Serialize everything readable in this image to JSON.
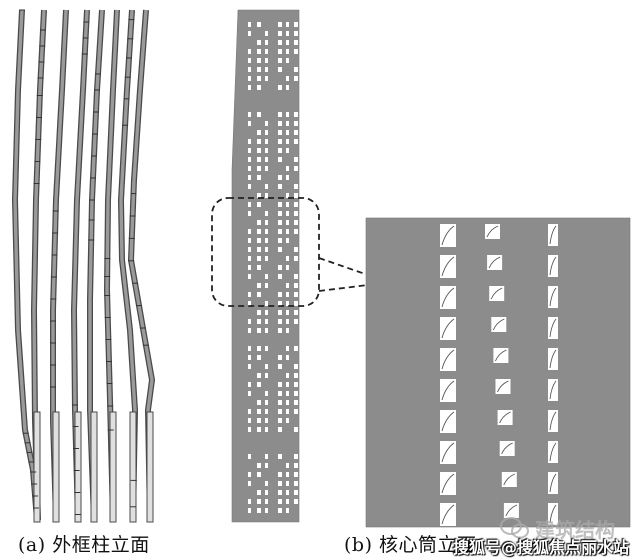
{
  "captions": {
    "a": "(a) 外框柱立面",
    "b": "(b) 核心筒立面"
  },
  "watermark": {
    "logo_text": "建筑结构",
    "source_text": "搜狐号@搜狐焦点丽水站"
  },
  "colors": {
    "core_fill": "#8c8c8c",
    "column_stroke": "#4a4a4a",
    "column_fill": "#9a9a9a",
    "opening": "#ffffff",
    "callout": "#222222"
  },
  "icons": {
    "watermark": "wechat-icon"
  }
}
